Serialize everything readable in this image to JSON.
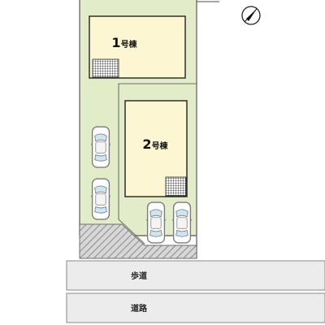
{
  "buildings": [
    {
      "number": "1",
      "suffix": "号棟"
    },
    {
      "number": "2",
      "suffix": "号棟"
    }
  ],
  "sidewalk_label": "歩道",
  "road_label": "道路",
  "icons": {
    "north": "north-arrow-icon",
    "car": "car-icon",
    "entrance": "grid-entrance-icon"
  },
  "colors": {
    "lot": "#e3ecc8",
    "outline": "#6f6f6f",
    "building": "#fdf6d3",
    "pavement": "#ececec",
    "hatch": "#777777"
  }
}
